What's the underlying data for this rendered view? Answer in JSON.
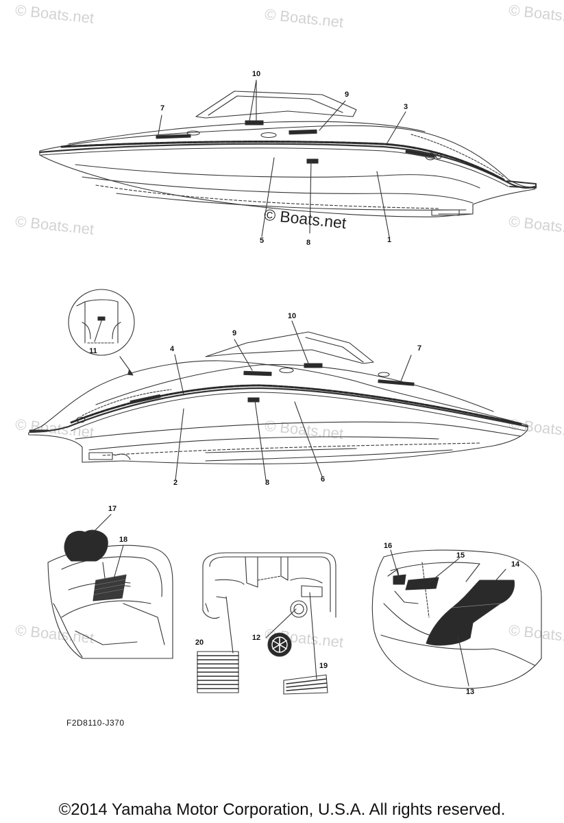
{
  "watermark_text": "© Boats.net",
  "center_watermark_text": "© Boats.net",
  "callouts": [
    "1",
    "2",
    "3",
    "4",
    "5",
    "6",
    "7",
    "8",
    "9",
    "10",
    "11",
    "12",
    "13",
    "14",
    "15",
    "16",
    "17",
    "18",
    "19",
    "20"
  ],
  "diagram_code": "F2D8110-J370",
  "copyright": "©2014 Yamaha Motor Corporation, U.S.A. All rights reserved.",
  "colors": {
    "line": "#333333",
    "decal": "#2a2a2a",
    "watermark": "#d2d2d2"
  }
}
